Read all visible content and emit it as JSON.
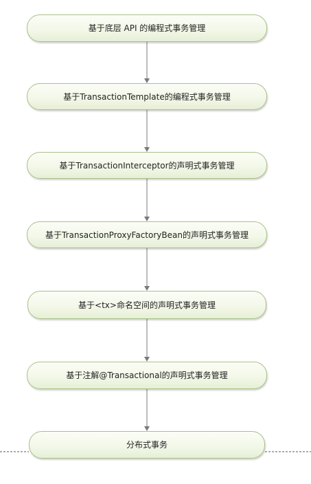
{
  "diagram": {
    "type": "flowchart",
    "direction": "top-to-bottom",
    "nodes": [
      {
        "label": "基于底层 API 的编程式事务管理"
      },
      {
        "label": "基于TransactionTemplate的编程式事务管理"
      },
      {
        "label": "基于TransactionInterceptor的声明式事务管理"
      },
      {
        "label": "基于TransactionProxyFactoryBean的声明式事务管理"
      },
      {
        "label": "基于<tx>命名空间的声明式事务管理"
      },
      {
        "label": "基于注解@Transactional的声明式事务管理"
      },
      {
        "label": "分布式事务"
      }
    ],
    "colors": {
      "node_border": "#a9c08a",
      "node_fill": "#f3f8e9",
      "connector": "#7a7a7a",
      "dashed_line": "#555555",
      "text": "#222222"
    }
  }
}
